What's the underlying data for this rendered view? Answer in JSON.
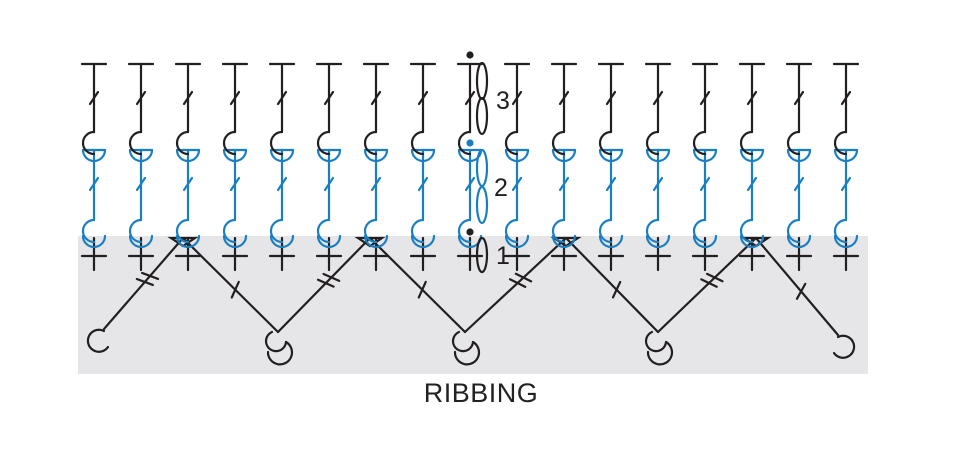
{
  "caption": "RIBBING",
  "row_numbers": [
    "1",
    "2",
    "3"
  ],
  "colors": {
    "stitch_dark": "#231f20",
    "stitch_blue": "#1a7fc1",
    "shaded_band": "#e6e6e8",
    "background": "#ffffff"
  },
  "structure": {
    "stitch_columns": 17,
    "rows": 3,
    "chain_loops": 5,
    "zigzag_peaks": 4
  }
}
